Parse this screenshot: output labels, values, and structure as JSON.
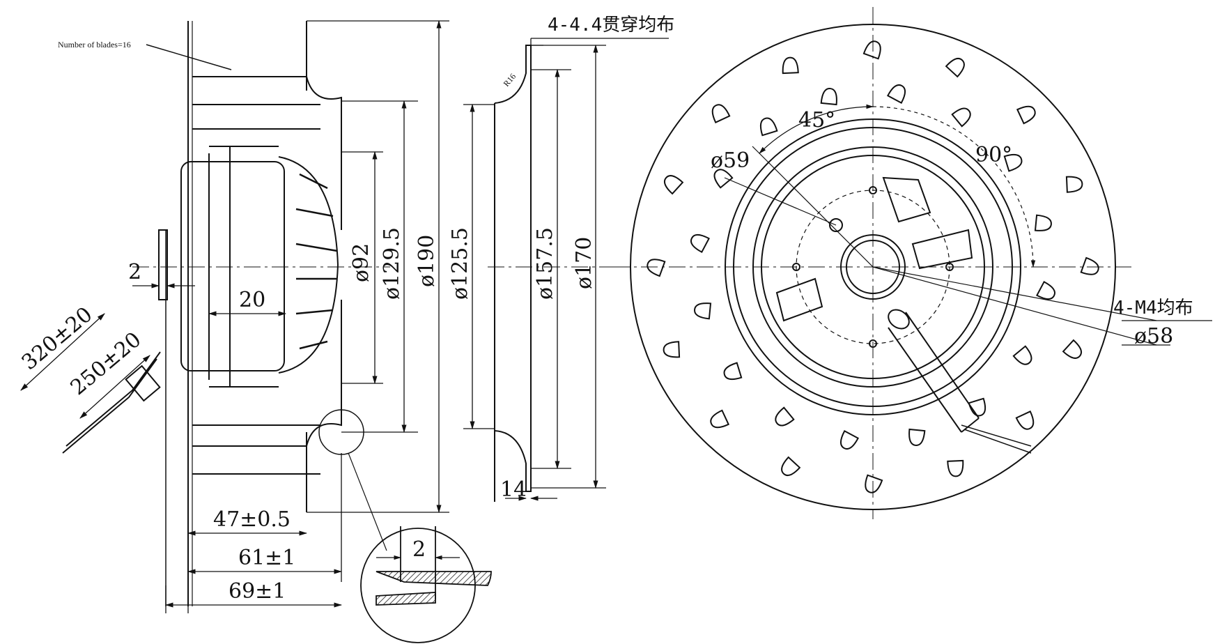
{
  "drawing": {
    "note_blades": "Number of blades=16",
    "side_view": {
      "dim_2": "2",
      "dim_20": "20",
      "dim_d92": "ø92",
      "dim_d129_5": "ø129.5",
      "dim_d190": "ø190",
      "dim_47": "47±0.5",
      "dim_61": "61±1",
      "dim_69": "69±1",
      "cable_320": "320±20",
      "cable_250": "250±20",
      "detail_2": "2"
    },
    "ring_view": {
      "holes_note": "4-4.4贯穿均布",
      "radius": "R16",
      "dim_d125_5": "ø125.5",
      "dim_d157_5": "ø157.5",
      "dim_d170": "ø170",
      "dim_14": "14"
    },
    "front_view": {
      "angle_45": "45°",
      "angle_90": "90°",
      "dim_d59": "ø59",
      "thread_note": "4-M4均布",
      "dim_d58": "ø58"
    }
  }
}
